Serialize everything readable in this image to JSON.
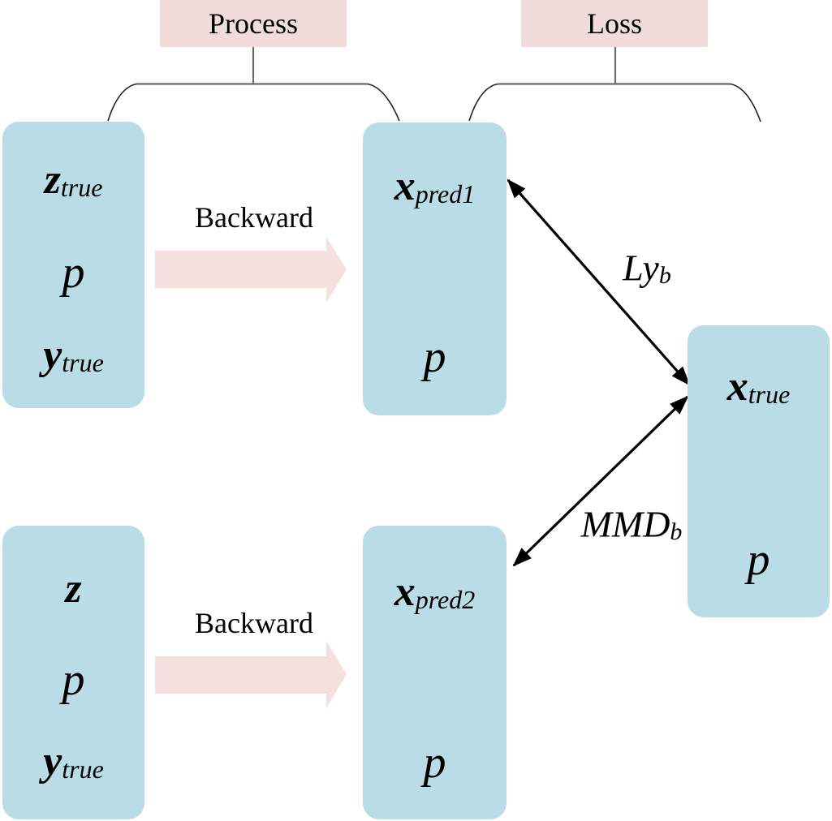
{
  "diagram": {
    "headers": {
      "process": "Process",
      "loss": "Loss"
    },
    "process_arrows": [
      {
        "label": "Backward"
      },
      {
        "label": "Backward"
      }
    ],
    "loss_edges": [
      {
        "base": "Ly",
        "sub": "b"
      },
      {
        "base": "MMD",
        "sub": "b"
      }
    ],
    "boxes": {
      "input_top": {
        "lines": [
          {
            "base": "z",
            "sub": "true"
          },
          {
            "base": "p",
            "sub": ""
          },
          {
            "base": "y",
            "sub": "true"
          }
        ]
      },
      "pred1": {
        "lines": [
          {
            "base": "x",
            "sub": "pred1"
          },
          {
            "base": "p",
            "sub": ""
          }
        ]
      },
      "input_bot": {
        "lines": [
          {
            "base": "z",
            "sub": ""
          },
          {
            "base": "p",
            "sub": ""
          },
          {
            "base": "y",
            "sub": "true"
          }
        ]
      },
      "pred2": {
        "lines": [
          {
            "base": "x",
            "sub": "pred2"
          },
          {
            "base": "p",
            "sub": ""
          }
        ]
      },
      "true_x": {
        "lines": [
          {
            "base": "x",
            "sub": "true"
          },
          {
            "base": "p",
            "sub": ""
          }
        ]
      }
    },
    "colors": {
      "box_blue": "#b9dce6",
      "header_pink": "#f2dcdb",
      "arrow_pink": "#f4e1df",
      "bracket_gray": "#6b6b6b",
      "bracket_curve": "#222222",
      "arrow_black": "#000000"
    }
  }
}
